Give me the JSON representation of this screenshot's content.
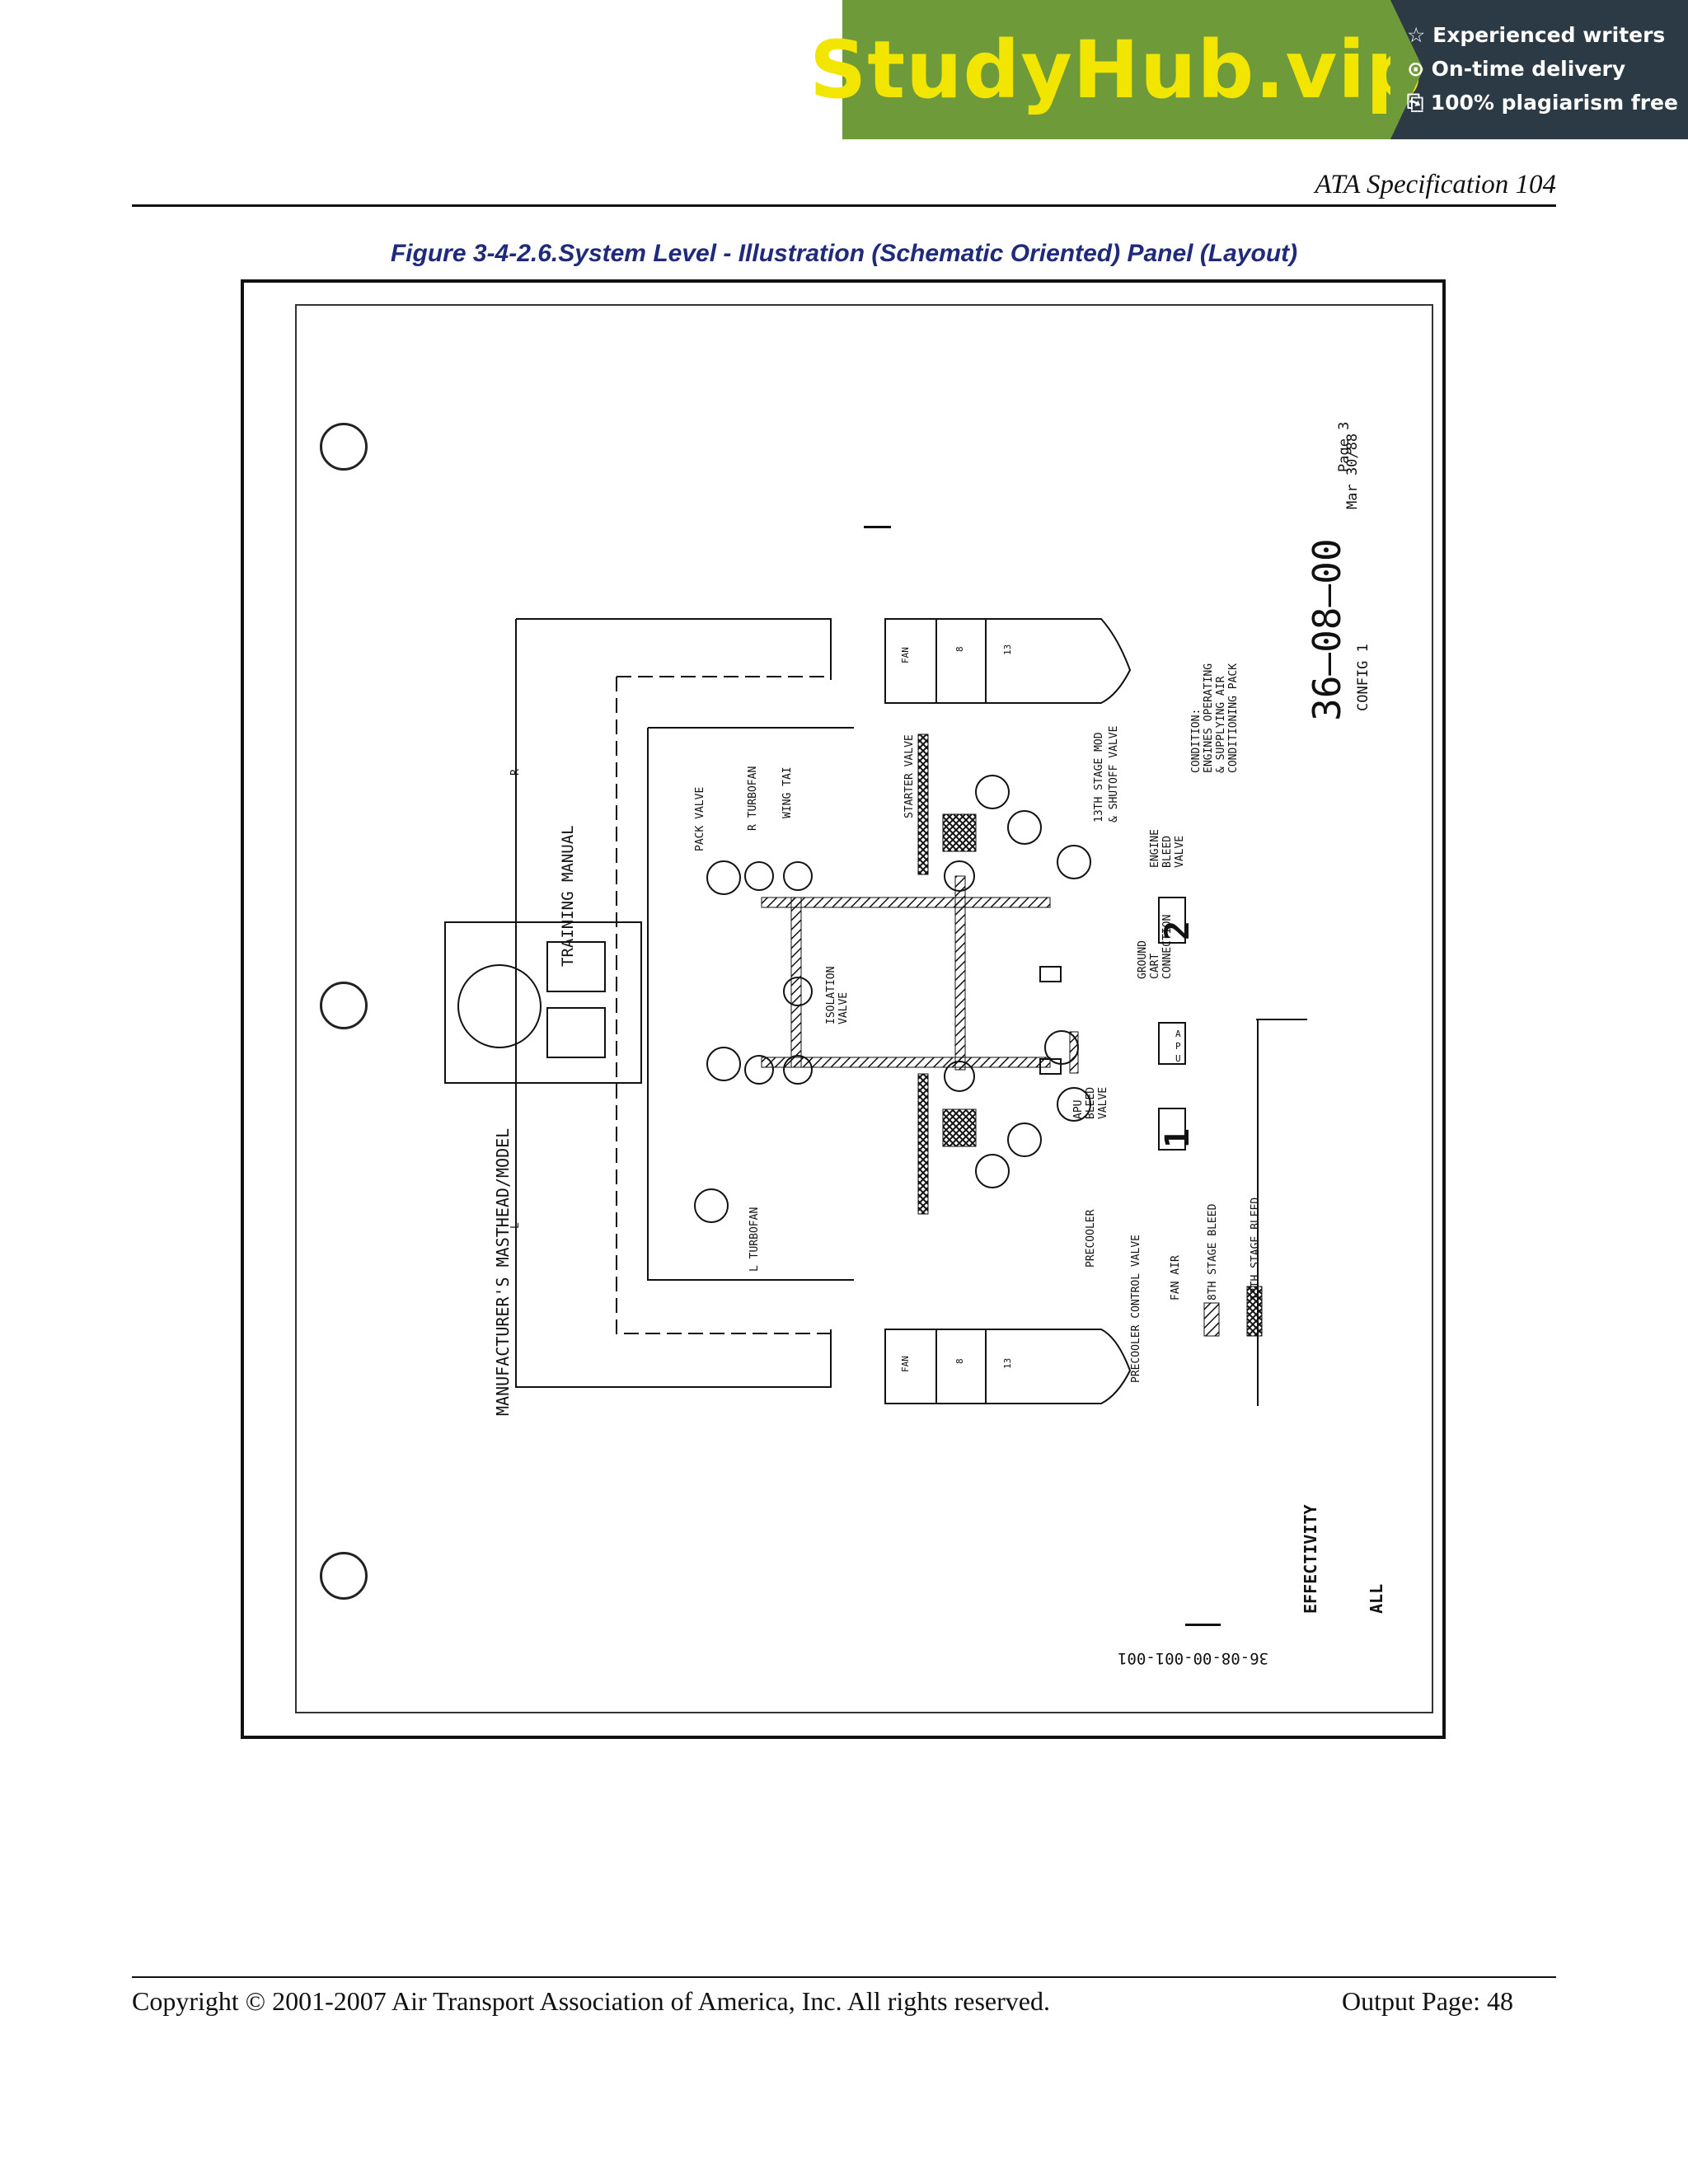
{
  "banner": {
    "brand": "StudyHub.vip",
    "features": [
      "☆ Experienced writers",
      "⊙ On-time delivery",
      "⎘ 100% plagiarism free"
    ],
    "colors": {
      "green": "#6f9a3a",
      "yellow": "#f2e600",
      "dark": "#2b3a44"
    }
  },
  "header": {
    "title": "ATA Specification 104"
  },
  "figure": {
    "caption": "Figure 3-4-2.6.System Level - Illustration (Schematic Oriented) Panel (Layout)",
    "masthead": "MANUFACTURER'S MASTHEAD/MODEL",
    "manual": "TRAINING MANUAL",
    "chapter": "36–08–00",
    "page": "Page 3",
    "date": "Mar 30/88",
    "config": "CONFIG 1",
    "condition": [
      "CONDITION:",
      "ENGINES OPERATING",
      "& SUPPLYING AIR",
      "CONDITIONING PACK"
    ],
    "effectivity": "EFFECTIVITY",
    "effectivity_value": "ALL",
    "drawing_number": "36-08-00-001-001",
    "labels": {
      "starter_valve": "STARTER VALVE",
      "stage13_mod": "13TH STAGE MOD",
      "shutoff_valve": "& SHUTOFF VALVE",
      "engine_bleed": [
        "ENGINE",
        "BLEED",
        "VALVE"
      ],
      "ground_cart": [
        "GROUND",
        "CART",
        "CONNECTION"
      ],
      "apu_bleed": [
        "APU",
        "BLEED",
        "VALVE"
      ],
      "pack_valve": "PACK VALVE",
      "r_turbofan": "R TURBOFAN",
      "l_turbofan": "L TURBOFAN",
      "wing_tai": "WING TAI",
      "isolation": [
        "ISOLATION",
        "VALVE"
      ],
      "precooler": "PRECOOLER",
      "precooler_control": "PRECOOLER CONTROL VALVE",
      "legend": [
        "FAN AIR",
        "8TH STAGE BLEED",
        "13TH STAGE BLEED"
      ],
      "r_line": "R",
      "l_line": "L",
      "fan": "FAN",
      "stage8": "8",
      "stage13": "13",
      "engine2": "2",
      "engine1": "1",
      "apu": [
        "A",
        "P",
        "U"
      ]
    }
  },
  "footer": {
    "copyright": "Copyright © 2001-2007 Air Transport Association of America, Inc.  All rights reserved.",
    "page": "Output Page: 48"
  }
}
